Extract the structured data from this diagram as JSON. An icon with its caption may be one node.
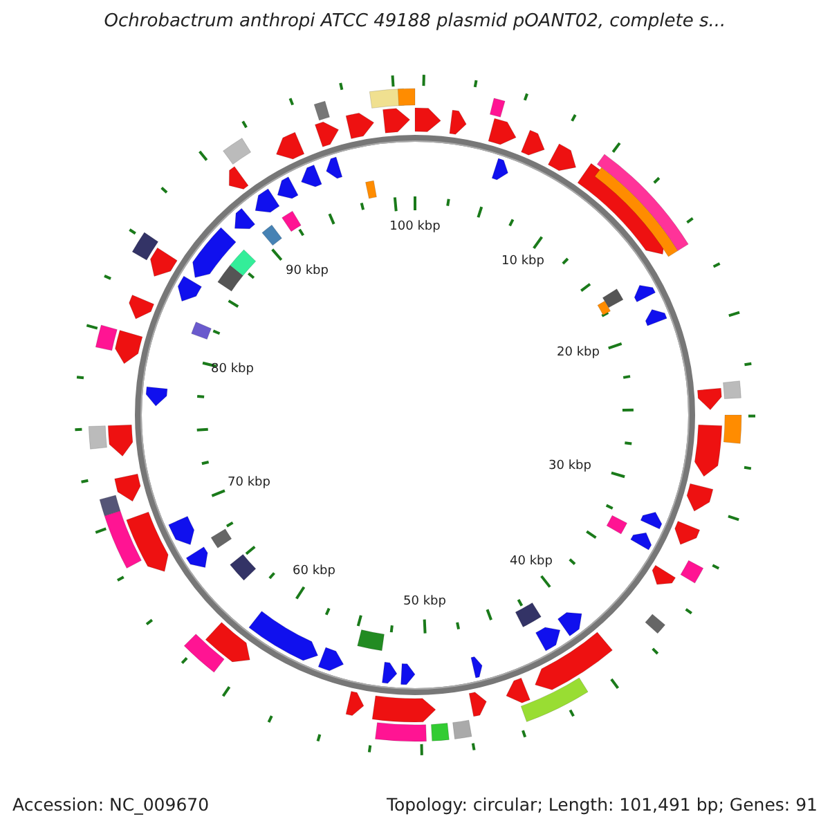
{
  "diagram": {
    "title": "Ochrobactrum anthropi ATCC 49188 plasmid pOANT02, complete s...",
    "labels": [
      "100 kbp",
      "10 kbp",
      "90 kbp",
      "20 kbp",
      "80 kbp",
      "30 kbp",
      "70 kbp",
      "40 kbp",
      "60 kbp",
      "50 kbp",
      "Accession: NC_009670",
      "Topology: circular; Length: 101,491 bp; Genes: 91"
    ]
  }
}
